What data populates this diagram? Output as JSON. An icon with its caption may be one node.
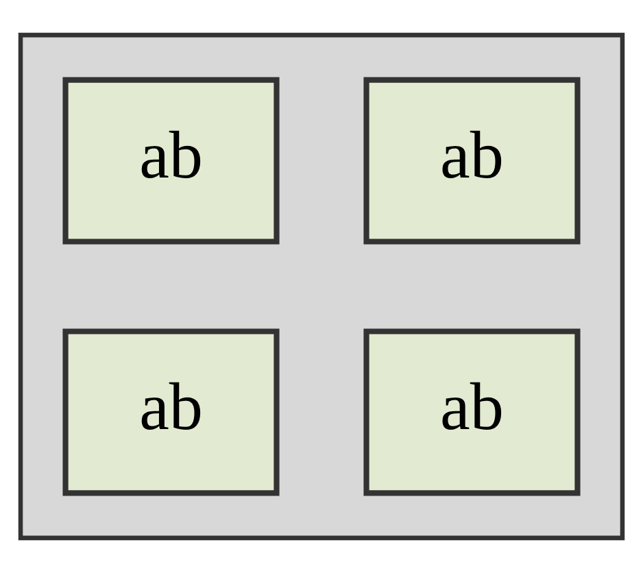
{
  "diagram": {
    "nodes": [
      {
        "text": [],
        "shape": "box"
      },
      {
        "text": [
          "ab"
        ],
        "in": 0
      },
      {
        "text": [
          "ab"
        ],
        "in": 0
      },
      {
        "text": [
          "ab"
        ],
        "in": 0
      },
      {
        "text": [
          "ab"
        ],
        "in": 0
      }
    ]
  }
}
